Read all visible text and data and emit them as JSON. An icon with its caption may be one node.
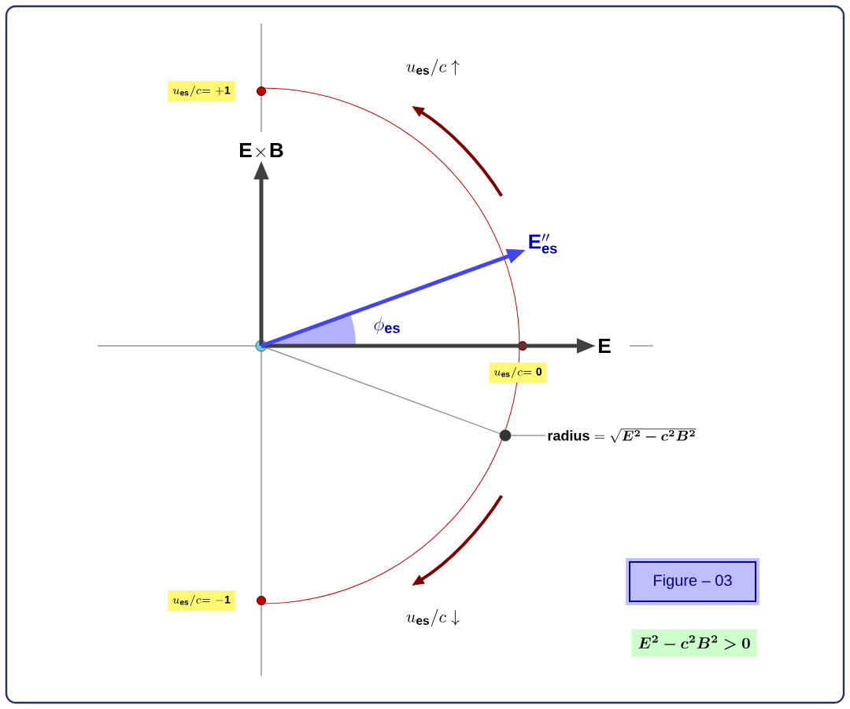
{
  "diagram": {
    "nodes": [
      {
        "text": [
          "u_{\\mathbf{es}}/c\\mathbf{= +1}"
        ]
      },
      {
        "text": [],
        "shape": "circle"
      },
      {
        "text": [
          "u_{\\mathbf{es}}/c\\mathbf{=0}"
        ]
      },
      {
        "text": [],
        "shape": "circle"
      },
      {
        "text": [
          "\\textbf{radius} = \\sqrt{\\boldsymbol{E^2 - c^2B^2}}"
        ]
      },
      {
        "text": [
          "u_{\\mathbf{es}}/c\\mathbf{= -1}"
        ]
      },
      {
        "text": [
          "Figure – 03"
        ]
      },
      {
        "text": [
          "\\boldsymbol{E^2 - c^2B^2 > 0}"
        ]
      },
      {
        "text": [
          "\\mathbf{E}\\!\\times\\!\\mathbf{B}"
        ]
      },
      {
        "text": [
          "\\mathbf{E}''_{\\mathbf{es}}"
        ]
      },
      {
        "text": [
          "\\mathbf{E}"
        ]
      }
    ],
    "edges": [
      {
        "from": 1,
        "to": 3,
        "arrow": "none"
      },
      {
        "from": 4,
        "to": 3,
        "arrow": "none"
      },
      {
        "from": 1,
        "to": 8,
        "arrow": "to"
      },
      {
        "from": 1,
        "to": 10,
        "arrow": "to"
      },
      {
        "from": 1,
        "to": 9,
        "arrow": "to",
        "color": "#4545ee"
      }
    ],
    "labels": [
      "u_{\\mathbf{es}}/c\\uparrow",
      "\\phi_{\\mathbf{es}}",
      "u_{\\mathbf{es}}/c\\downarrow"
    ]
  }
}
